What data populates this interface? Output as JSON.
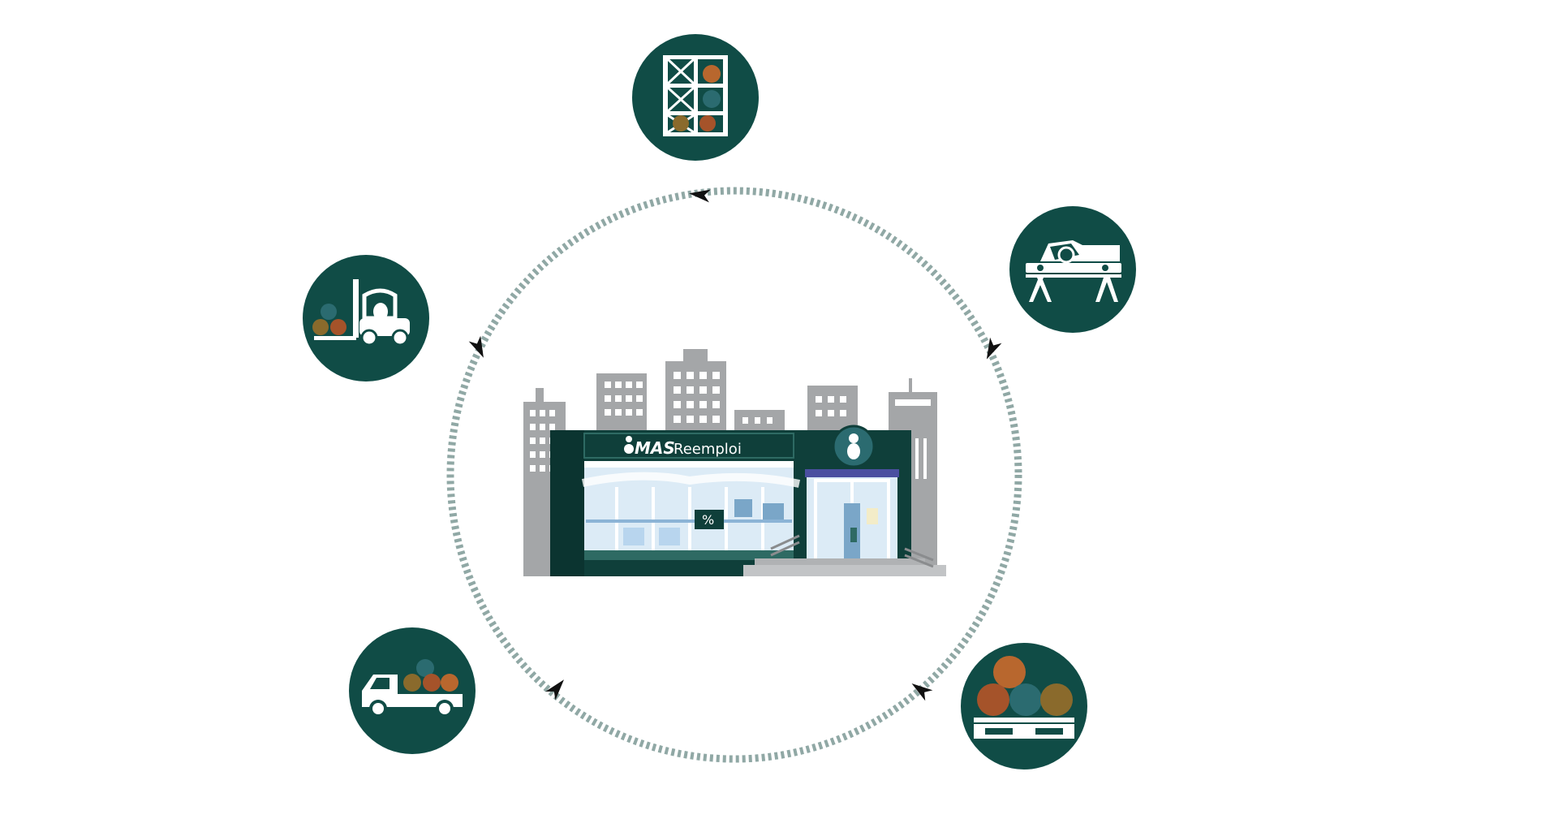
{
  "colors": {
    "background": "#ffffff",
    "node_fill": "#104c46",
    "ring": "#90a8a5",
    "arrow": "#111111",
    "building_grey": "#a4a6a8",
    "store_dark": "#0f3f3a",
    "store_glass": "#dcebf6",
    "wood_brown": "#a5532a",
    "wood_orange": "#b8672e",
    "wood_teal": "#2b6b70",
    "wood_olive": "#8a6a2c"
  },
  "store": {
    "logo_mark": "MAS",
    "name": "Reemploi",
    "promo_symbol": "%"
  },
  "cycle_nodes": [
    {
      "id": "storage-rack",
      "icon": "warehouse-rack-icon"
    },
    {
      "id": "saw-table",
      "icon": "circular-saw-table-icon"
    },
    {
      "id": "pallet-materials",
      "icon": "pallet-with-logs-icon"
    },
    {
      "id": "pickup-truck",
      "icon": "pickup-truck-icon"
    },
    {
      "id": "forklift",
      "icon": "forklift-icon"
    }
  ]
}
